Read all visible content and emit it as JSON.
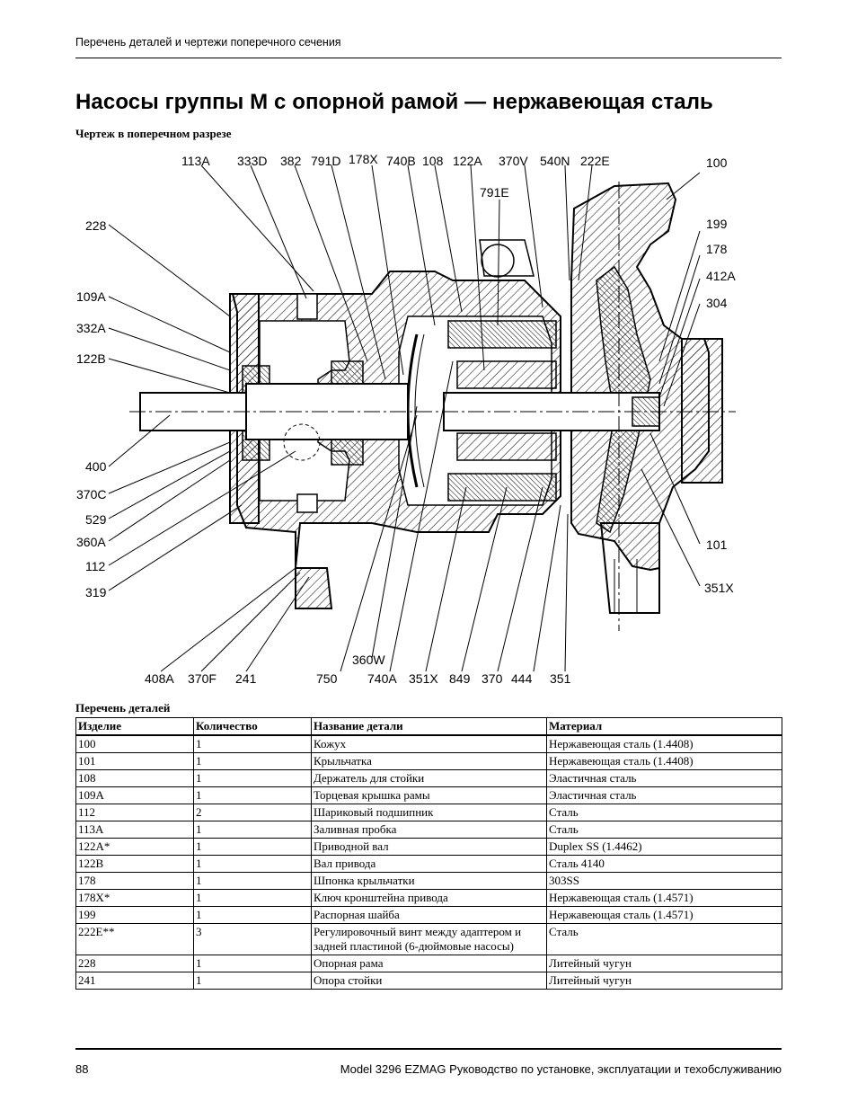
{
  "header": {
    "running_title": "Перечень деталей и чертежи поперечного сечения"
  },
  "page_title": "Насосы группы M с опорной рамой — нержавеющая сталь",
  "section_title": "Чертеж в поперечном разрезе",
  "drawing": {
    "callouts": {
      "c113A": "113A",
      "c333D": "333D",
      "c382": "382",
      "c791D": "791D",
      "c178X": "178X",
      "c740B": "740B",
      "c108": "108",
      "c122A": "122A",
      "c370V": "370V",
      "c540N": "540N",
      "c222E": "222E",
      "c100": "100",
      "c791E": "791E",
      "c228": "228",
      "c199": "199",
      "c178": "178",
      "c109A": "109A",
      "c412A": "412A",
      "c332A": "332A",
      "c304": "304",
      "c122B": "122B",
      "c400": "400",
      "c370C": "370C",
      "c529": "529",
      "c360A": "360A",
      "c101": "101",
      "c112": "112",
      "c319": "319",
      "c351X_r": "351X",
      "c360W": "360W",
      "c408A": "408A",
      "c370F": "370F",
      "c241": "241",
      "c750": "750",
      "c740A": "740A",
      "c351X_b": "351X",
      "c849": "849",
      "c370": "370",
      "c444": "444",
      "c351": "351"
    }
  },
  "parts_list": {
    "title": "Перечень деталей",
    "columns": [
      "Изделие",
      "Количество",
      "Название детали",
      "Материал"
    ],
    "rows": [
      [
        "100",
        "1",
        "Кожух",
        "Нержавеющая сталь (1.4408)"
      ],
      [
        "101",
        "1",
        "Крыльчатка",
        "Нержавеющая сталь (1.4408)"
      ],
      [
        "108",
        "1",
        "Держатель для стойки",
        "Эластичная сталь"
      ],
      [
        "109A",
        "1",
        "Торцевая крышка рамы",
        "Эластичная сталь"
      ],
      [
        "112",
        "2",
        "Шариковый подшипник",
        "Сталь"
      ],
      [
        "113A",
        "1",
        "Заливная пробка",
        "Сталь"
      ],
      [
        "122A*",
        "1",
        "Приводной вал",
        "Duplex SS (1.4462)"
      ],
      [
        "122B",
        "1",
        "Вал привода",
        "Сталь 4140"
      ],
      [
        "178",
        "1",
        "Шпонка крыльчатки",
        "303SS"
      ],
      [
        "178X*",
        "1",
        "Ключ кронштейна привода",
        "Нержавеющая сталь (1.4571)"
      ],
      [
        "199",
        "1",
        "Распорная шайба",
        "Нержавеющая сталь (1.4571)"
      ],
      [
        "222E**",
        "3",
        "Регулировочный винт между адаптером и задней пластиной (6-дюймовые насосы)",
        "Сталь"
      ],
      [
        "228",
        "1",
        "Опорная рама",
        "Литейный чугун"
      ],
      [
        "241",
        "1",
        "Опора стойки",
        "Литейный чугун"
      ]
    ]
  },
  "footer": {
    "page_number": "88",
    "text": "Model 3296 EZMAG Руководство по установке, эксплуатации и техобслуживанию"
  }
}
